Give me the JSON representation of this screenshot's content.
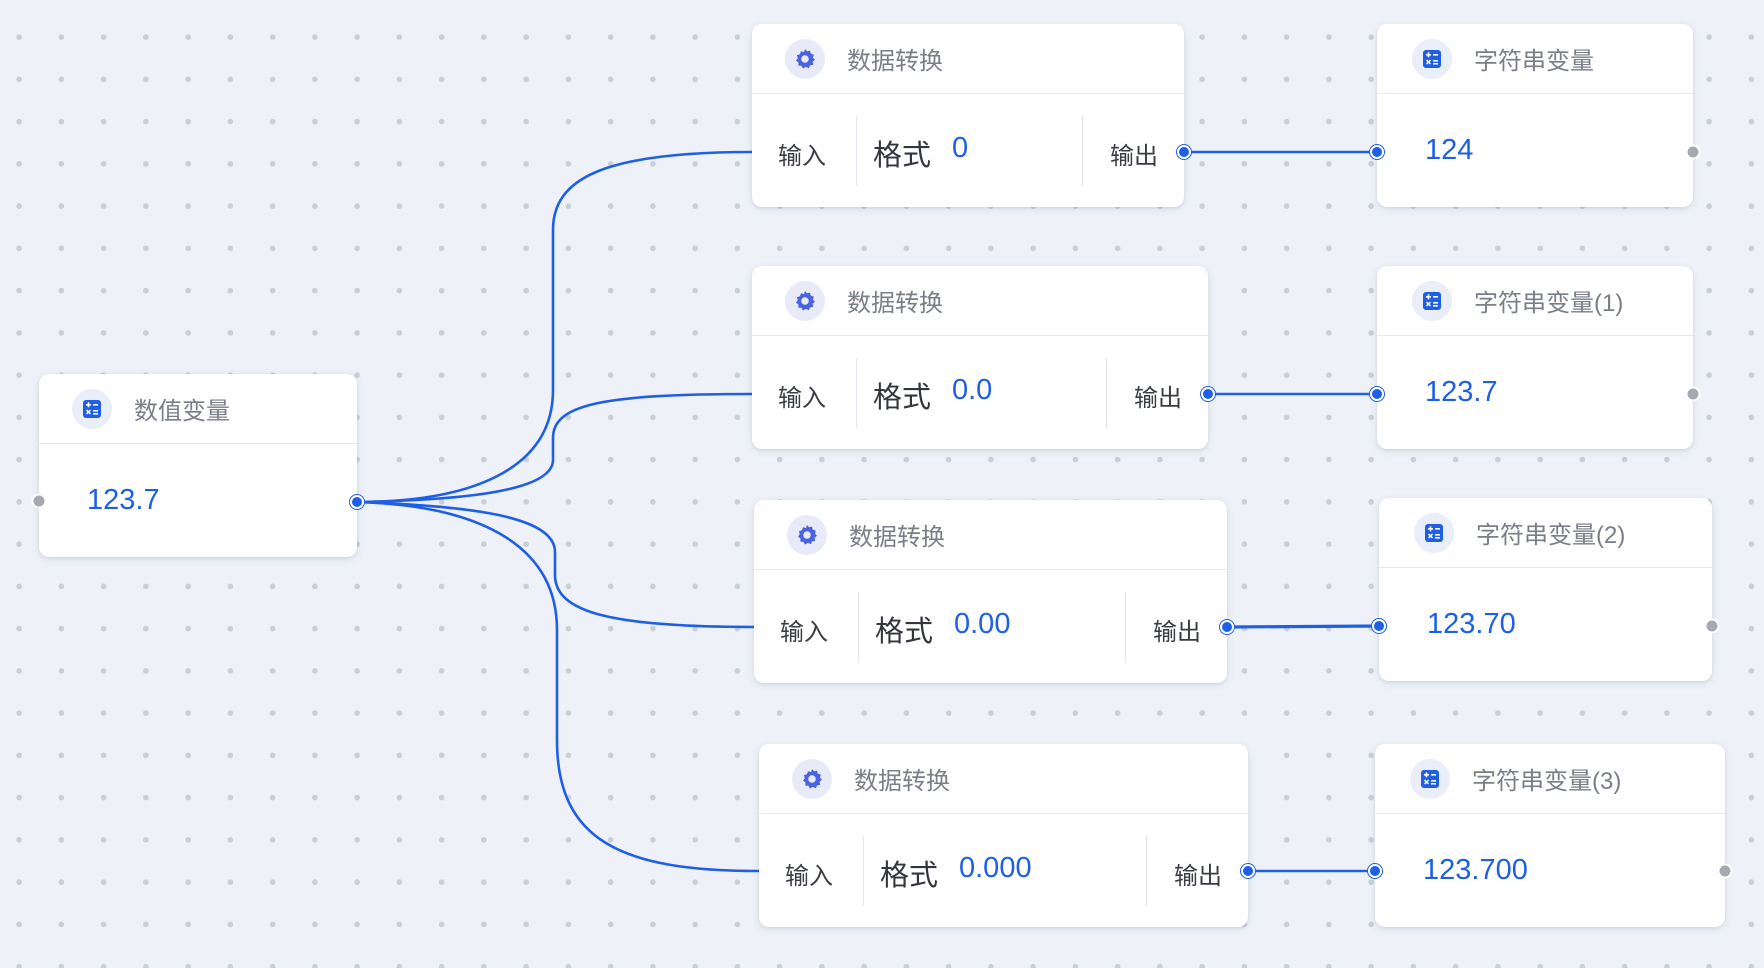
{
  "source_node": {
    "title": "数值变量",
    "value": "123.7",
    "icon": "calculator-icon"
  },
  "converters": [
    {
      "title": "数据转换",
      "input_label": "输入",
      "format_label": "格式",
      "format_value": "0",
      "output_label": "输出",
      "icon": "gear-icon"
    },
    {
      "title": "数据转换",
      "input_label": "输入",
      "format_label": "格式",
      "format_value": "0.0",
      "output_label": "输出",
      "icon": "gear-icon"
    },
    {
      "title": "数据转换",
      "input_label": "输入",
      "format_label": "格式",
      "format_value": "0.00",
      "output_label": "输出",
      "icon": "gear-icon"
    },
    {
      "title": "数据转换",
      "input_label": "输入",
      "format_label": "格式",
      "format_value": "0.000",
      "output_label": "输出",
      "icon": "gear-icon"
    }
  ],
  "outputs": [
    {
      "title": "字符串变量",
      "value": "124",
      "icon": "calculator-icon"
    },
    {
      "title": "字符串变量(1)",
      "value": "123.7",
      "icon": "calculator-icon"
    },
    {
      "title": "字符串变量(2)",
      "value": "123.70",
      "icon": "calculator-icon"
    },
    {
      "title": "字符串变量(3)",
      "value": "123.700",
      "icon": "calculator-icon"
    }
  ],
  "colors": {
    "accent": "#1e5fe6",
    "edge": "#1e5fe6",
    "port_idle": "#a6a9b0",
    "canvas_bg": "#eef2f8"
  }
}
